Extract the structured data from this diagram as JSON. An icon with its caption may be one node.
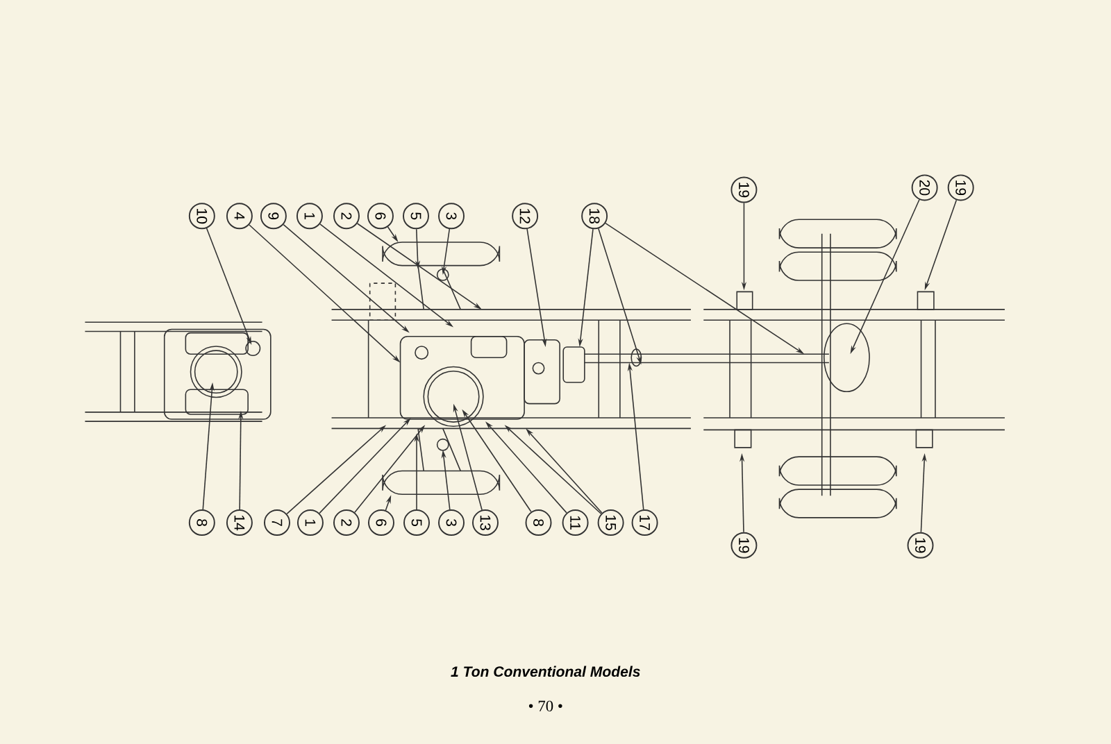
{
  "diagram": {
    "caption": "1 Ton Conventional Models",
    "nodes": [
      {
        "text": [
          "10"
        ]
      },
      {
        "text": [
          "4"
        ]
      },
      {
        "text": [
          "9"
        ]
      },
      {
        "text": [
          "1"
        ]
      },
      {
        "text": [
          "2"
        ]
      },
      {
        "text": [
          "6"
        ]
      },
      {
        "text": [
          "5"
        ]
      },
      {
        "text": [
          "3"
        ]
      },
      {
        "text": [
          "12"
        ]
      },
      {
        "text": [
          "18"
        ]
      },
      {
        "text": [
          "19"
        ]
      },
      {
        "text": [
          "20"
        ]
      },
      {
        "text": [
          "19"
        ]
      },
      {
        "text": [
          "8"
        ]
      },
      {
        "text": [
          "14"
        ]
      },
      {
        "text": [
          "7"
        ]
      },
      {
        "text": [
          "1"
        ]
      },
      {
        "text": [
          "2"
        ]
      },
      {
        "text": [
          "6"
        ]
      },
      {
        "text": [
          "5"
        ]
      },
      {
        "text": [
          "3"
        ]
      },
      {
        "text": [
          "13"
        ]
      },
      {
        "text": [
          "8"
        ]
      },
      {
        "text": [
          "11"
        ]
      },
      {
        "text": [
          "15"
        ]
      },
      {
        "text": [
          "17"
        ]
      },
      {
        "text": [
          "19"
        ]
      },
      {
        "text": [
          "19"
        ]
      }
    ],
    "edges": [
      {
        "from": 0,
        "to": null,
        "arrow": "to"
      },
      {
        "from": 1,
        "to": null,
        "arrow": "to"
      },
      {
        "from": 2,
        "to": null,
        "arrow": "to"
      },
      {
        "from": 3,
        "to": null,
        "arrow": "to"
      },
      {
        "from": 4,
        "to": null,
        "arrow": "to"
      },
      {
        "from": 5,
        "to": null,
        "arrow": "to"
      },
      {
        "from": 6,
        "to": null,
        "arrow": "to"
      },
      {
        "from": 7,
        "to": null,
        "arrow": "to"
      },
      {
        "from": 8,
        "to": null,
        "arrow": "to"
      },
      {
        "from": 9,
        "to": null,
        "arrow": "to"
      },
      {
        "from": 9,
        "to": null,
        "arrow": "to"
      },
      {
        "from": 9,
        "to": null,
        "arrow": "to"
      },
      {
        "from": 10,
        "to": null,
        "arrow": "to"
      },
      {
        "from": 11,
        "to": null,
        "arrow": "to"
      },
      {
        "from": 12,
        "to": null,
        "arrow": "to"
      },
      {
        "from": 13,
        "to": null,
        "arrow": "to"
      },
      {
        "from": 14,
        "to": null,
        "arrow": "to"
      },
      {
        "from": 15,
        "to": null,
        "arrow": "to"
      },
      {
        "from": 16,
        "to": null,
        "arrow": "to"
      },
      {
        "from": 17,
        "to": null,
        "arrow": "to"
      },
      {
        "from": 18,
        "to": null,
        "arrow": "to"
      },
      {
        "from": 19,
        "to": null,
        "arrow": "to"
      },
      {
        "from": 20,
        "to": null,
        "arrow": "to"
      },
      {
        "from": 21,
        "to": null,
        "arrow": "to"
      },
      {
        "from": 22,
        "to": null,
        "arrow": "to"
      },
      {
        "from": 23,
        "to": null,
        "arrow": "to"
      },
      {
        "from": 24,
        "to": null,
        "arrow": "to"
      },
      {
        "from": 24,
        "to": null,
        "arrow": "to"
      },
      {
        "from": 25,
        "to": null,
        "arrow": "to"
      },
      {
        "from": 26,
        "to": null,
        "arrow": "to"
      },
      {
        "from": 27,
        "to": null,
        "arrow": "to"
      }
    ],
    "labels": [
      "• 70 •"
    ]
  }
}
